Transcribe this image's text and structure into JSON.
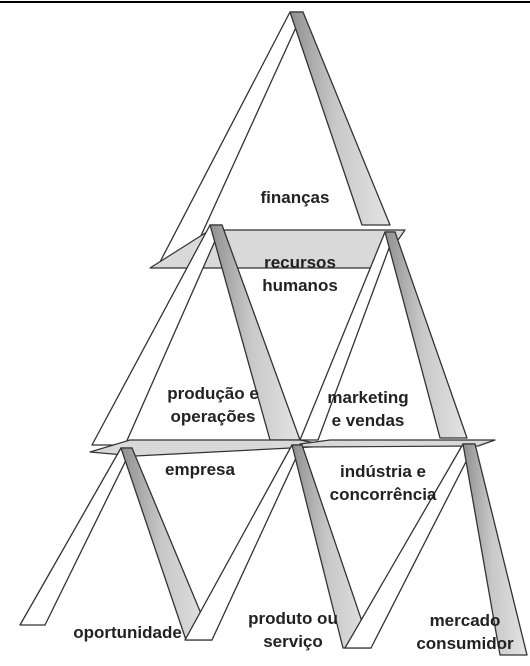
{
  "diagram": {
    "levels": [
      {
        "cards": [
          "finanças"
        ]
      },
      {
        "cards": [
          "recursos humanos"
        ]
      },
      {
        "cards": [
          "produção e operações",
          "marketing e vendas"
        ]
      },
      {
        "cards": [
          "empresa",
          "indústria e concorrência"
        ]
      },
      {
        "cards": [
          "oportunidade",
          "produto ou serviço",
          "mercado consumidor"
        ]
      }
    ]
  },
  "labels": {
    "financas": "finanças",
    "rh_1": "recursos",
    "rh_2": "humanos",
    "prod_1": "produção e",
    "prod_2": "operações",
    "mkt_1": "marketing",
    "mkt_2": "e vendas",
    "empresa": "empresa",
    "ind_1": "indústria e",
    "ind_2": "concorrência",
    "oportunidade": "oportunidade",
    "produto_1": "produto ou",
    "produto_2": "serviço",
    "mercado_1": "mercado",
    "mercado_2": "consumidor"
  },
  "colors": {
    "card_edge": "#333333",
    "card_face": "#ffffff",
    "card_shade": "#b5b5b5",
    "flat_card": "#d9d9d9",
    "text": "#222222"
  }
}
